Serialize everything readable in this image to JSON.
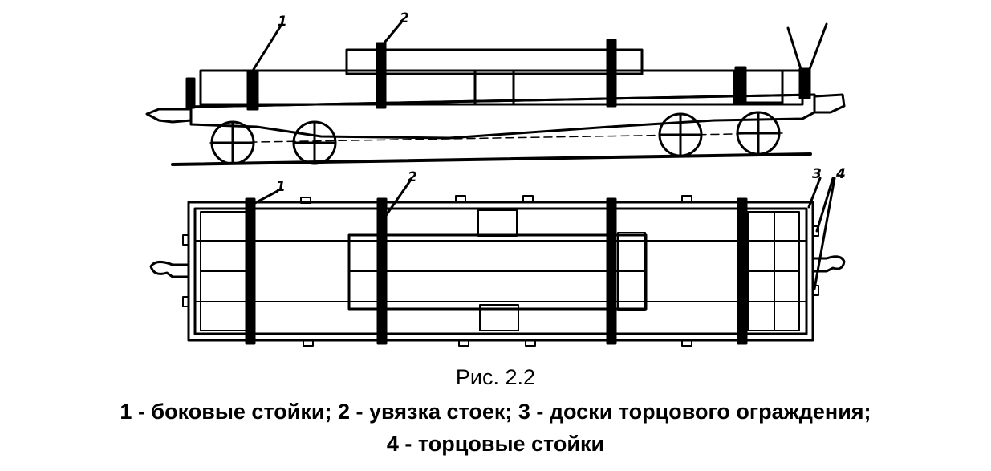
{
  "labels": {
    "side_1": "1",
    "side_2": "2",
    "top_1": "1",
    "top_2": "2",
    "top_3": "3",
    "top_4": "4"
  },
  "caption": {
    "title": "Рис. 2.2",
    "legend_line1": "1 - боковые стойки; 2 - увязка стоек; 3 - доски торцового ограждения;",
    "legend_line2": "4 - торцовые стойки"
  }
}
